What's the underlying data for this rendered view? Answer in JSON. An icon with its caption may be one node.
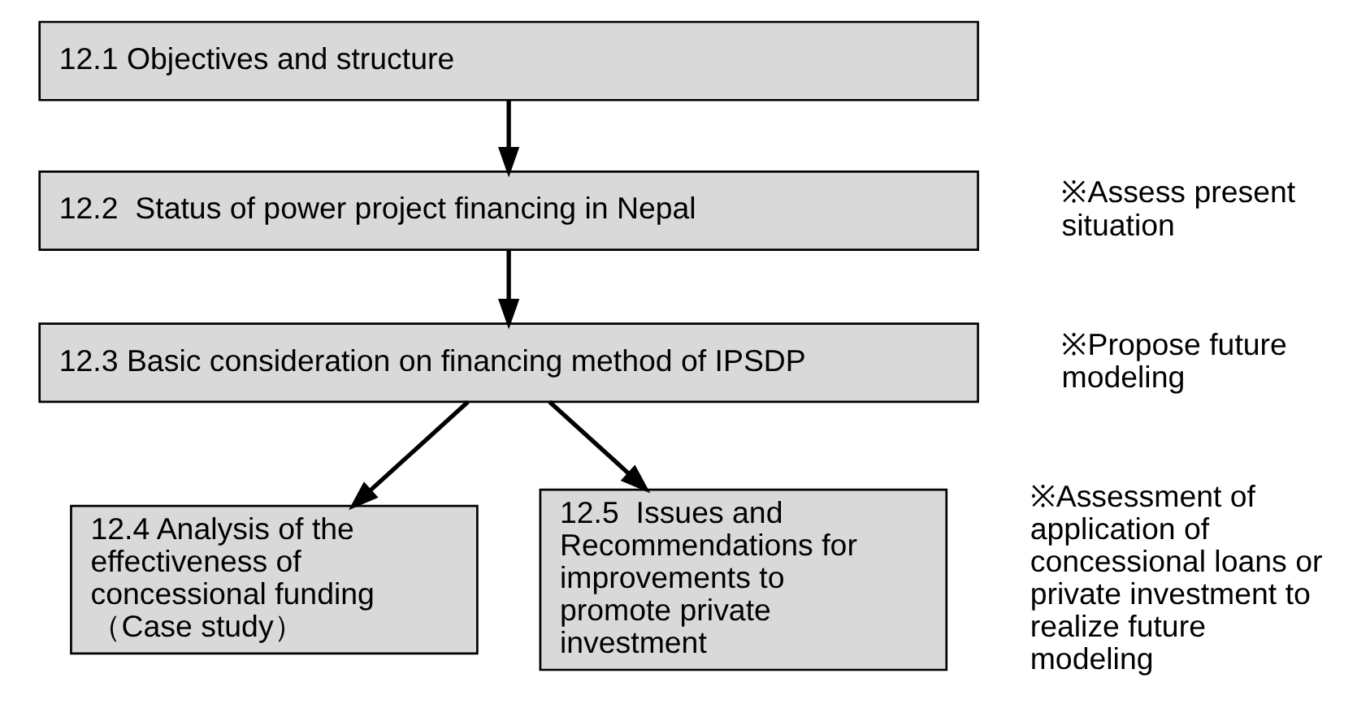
{
  "diagram": {
    "nodes": [
      {
        "text": [
          "12.1 Objectives and structure"
        ]
      },
      {
        "text": [
          "12.2  Status of power project financing in Nepal"
        ],
        "beside": [
          "※Assess present situation"
        ]
      },
      {
        "text": [
          "12.3 Basic consideration on financing method of IPSDP"
        ],
        "beside": [
          "※Propose future modeling"
        ]
      },
      {
        "text": [
          "12.4 Analysis of the effectiveness of concessional funding （Case study）"
        ]
      },
      {
        "text": [
          "12.5  Issues and Recommendations for improvements to promote private investment"
        ],
        "beside": [
          "※Assessment of application of concessional loans or private investment to realize future modeling"
        ]
      }
    ],
    "edges": [
      {
        "from": 0,
        "to": 1,
        "arrow": "to"
      },
      {
        "from": 1,
        "to": 2,
        "arrow": "to"
      },
      {
        "from": 2,
        "to": 3,
        "arrow": "to"
      },
      {
        "from": 2,
        "to": 4,
        "arrow": "to"
      }
    ]
  }
}
